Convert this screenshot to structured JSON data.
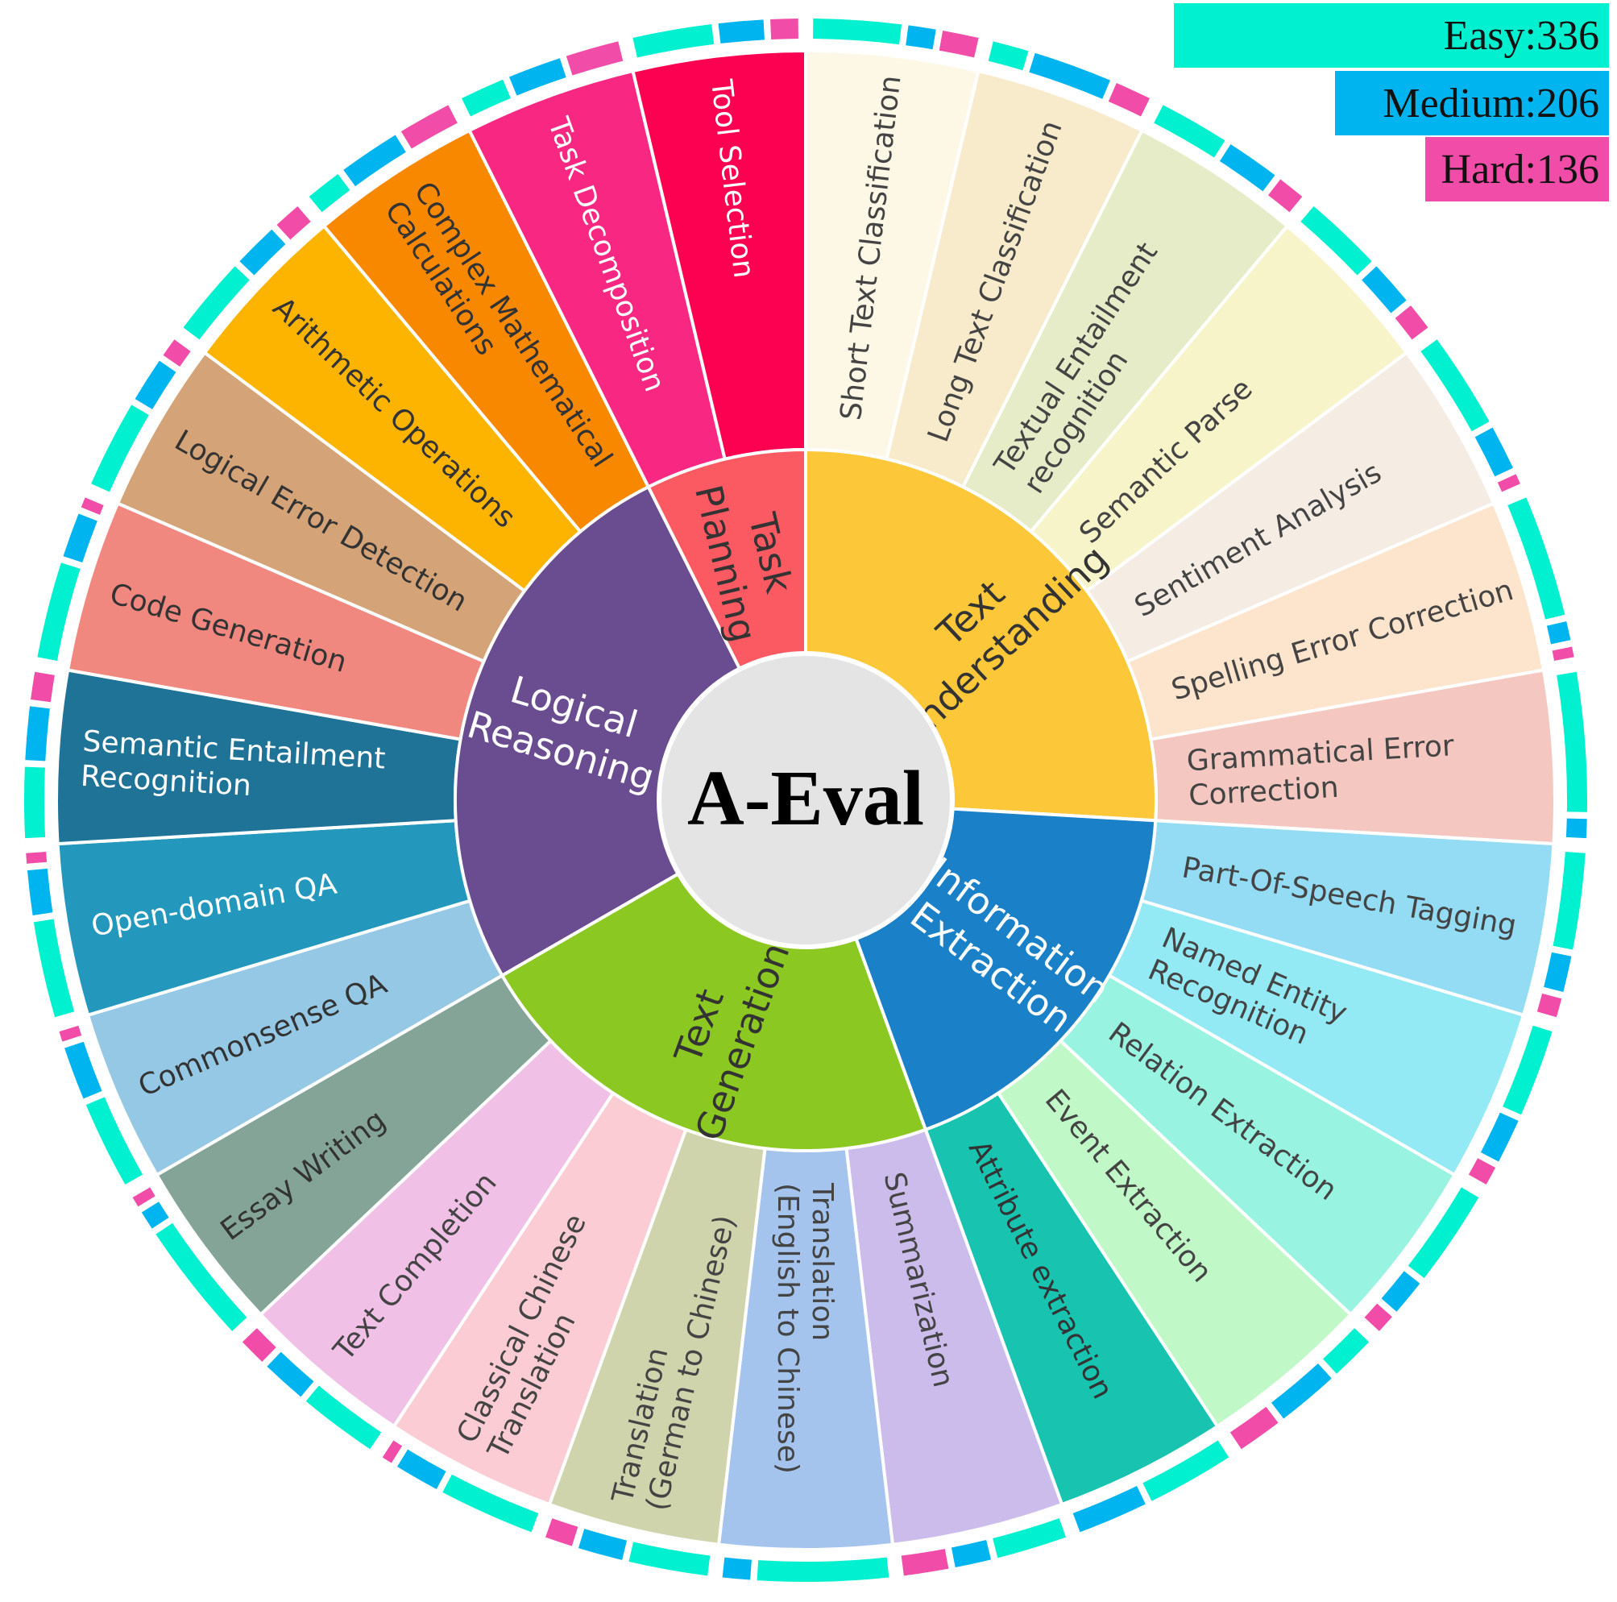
{
  "title": "A-Eval",
  "legend": [
    {
      "label": "Easy",
      "value": "336",
      "color": "#00f0d0"
    },
    {
      "label": "Medium",
      "value": "206",
      "color": "#00b4f0"
    },
    {
      "label": "Hard",
      "value": "136",
      "color": "#f04ca8"
    }
  ],
  "categories": [
    {
      "name": "Text Understanding",
      "lines": [
        "Text",
        "Understanding"
      ],
      "color": "#fcc83a",
      "text_color": "#333333",
      "tasks": [
        {
          "lines": [
            "Short Text Classification"
          ],
          "color": "#fdf8e6",
          "text_color": "#444444",
          "diff": [
            0.55,
            0.2,
            0.25
          ]
        },
        {
          "lines": [
            "Long Text Classification"
          ],
          "color": "#f8ebcc",
          "text_color": "#444444",
          "diff": [
            0.25,
            0.5,
            0.25
          ]
        },
        {
          "lines": [
            "Textual Entailment",
            "recognition"
          ],
          "color": "#e6ecc8",
          "text_color": "#444444",
          "diff": [
            0.45,
            0.35,
            0.2
          ]
        },
        {
          "lines": [
            "Semantic Parse"
          ],
          "color": "#f8f4ca",
          "text_color": "#444444",
          "diff": [
            0.5,
            0.3,
            0.2
          ]
        },
        {
          "lines": [
            "Sentiment Analysis"
          ],
          "color": "#f5ece4",
          "text_color": "#444444",
          "diff": [
            0.6,
            0.3,
            0.1
          ]
        },
        {
          "lines": [
            "Spelling Error Correction"
          ],
          "color": "#fde4cc",
          "text_color": "#444444",
          "diff": [
            0.75,
            0.15,
            0.1
          ]
        },
        {
          "lines": [
            "Grammatical Error",
            "Correction"
          ],
          "color": "#f4c8c0",
          "text_color": "#444444",
          "diff": [
            0.85,
            0.15,
            0.0
          ]
        }
      ]
    },
    {
      "name": "Information Extraction",
      "lines": [
        "Information",
        "Extraction"
      ],
      "color": "#1a80c8",
      "text_color": "#ffffff",
      "tasks": [
        {
          "lines": [
            "Part-Of-Speech Tagging"
          ],
          "color": "#94dcf4",
          "text_color": "#444444",
          "diff": [
            0.6,
            0.25,
            0.15
          ]
        },
        {
          "lines": [
            "Named Entity",
            "Recognition"
          ],
          "color": "#94eaf4",
          "text_color": "#444444",
          "diff": [
            0.55,
            0.3,
            0.15
          ]
        },
        {
          "lines": [
            "Relation Extraction"
          ],
          "color": "#98f4e0",
          "text_color": "#444444",
          "diff": [
            0.6,
            0.25,
            0.15
          ]
        },
        {
          "lines": [
            "Event Extraction"
          ],
          "color": "#c0f8c8",
          "text_color": "#444444",
          "diff": [
            0.3,
            0.4,
            0.3
          ]
        },
        {
          "lines": [
            "Attribute extraction"
          ],
          "color": "#18c4b0",
          "text_color": "#333333",
          "diff": [
            0.55,
            0.45,
            0.0
          ]
        }
      ]
    },
    {
      "name": "Text Generation",
      "lines": [
        "Text",
        "Generation"
      ],
      "color": "#8cc822",
      "text_color": "#333333",
      "tasks": [
        {
          "lines": [
            "Summarization"
          ],
          "color": "#ccbcec",
          "text_color": "#444444",
          "diff": [
            0.45,
            0.25,
            0.3
          ]
        },
        {
          "lines": [
            "Translation",
            "(English to Chinese)"
          ],
          "color": "#a4c4ee",
          "text_color": "#444444",
          "diff": [
            0.8,
            0.2,
            0.0
          ]
        },
        {
          "lines": [
            "Translation",
            "(German to Chinese)"
          ],
          "color": "#d0d4ac",
          "text_color": "#444444",
          "diff": [
            0.5,
            0.3,
            0.2
          ]
        },
        {
          "lines": [
            "Classical Chinese",
            "Translation"
          ],
          "color": "#fcccd4",
          "text_color": "#444444",
          "diff": [
            0.6,
            0.3,
            0.1
          ]
        },
        {
          "lines": [
            "Text Completion"
          ],
          "color": "#f0c0e6",
          "text_color": "#444444",
          "diff": [
            0.5,
            0.3,
            0.2
          ]
        },
        {
          "lines": [
            "Essay Writing"
          ],
          "color": "#84a498",
          "text_color": "#333333",
          "diff": [
            0.75,
            0.15,
            0.1
          ]
        }
      ]
    },
    {
      "name": "Logical Reasoning",
      "lines": [
        "Logical",
        "Reasoning"
      ],
      "color": "#6a4c90",
      "text_color": "#ffffff",
      "tasks": [
        {
          "lines": [
            "Commonsense QA"
          ],
          "color": "#94c8e4",
          "text_color": "#333333",
          "diff": [
            0.55,
            0.35,
            0.1
          ]
        },
        {
          "lines": [
            "Open-domain QA"
          ],
          "color": "#2498bc",
          "text_color": "#ffffff",
          "diff": [
            0.6,
            0.3,
            0.1
          ]
        },
        {
          "lines": [
            "Semantic Entailment",
            "Recognition"
          ],
          "color": "#1f7396",
          "text_color": "#ffffff",
          "diff": [
            0.45,
            0.35,
            0.2
          ]
        },
        {
          "lines": [
            "Code Generation"
          ],
          "color": "#f08880",
          "text_color": "#333333",
          "diff": [
            0.6,
            0.3,
            0.1
          ]
        },
        {
          "lines": [
            "Logical Error Detection"
          ],
          "color": "#d4a478",
          "text_color": "#333333",
          "diff": [
            0.55,
            0.3,
            0.15
          ]
        },
        {
          "lines": [
            "Arithmetic Operations"
          ],
          "color": "#fcb400",
          "text_color": "#333333",
          "diff": [
            0.5,
            0.3,
            0.2
          ]
        },
        {
          "lines": [
            "Complex Mathematical",
            "Calculations"
          ],
          "color": "#f88800",
          "text_color": "#333333",
          "diff": [
            0.25,
            0.4,
            0.35
          ]
        }
      ]
    },
    {
      "name": "Task Planning",
      "lines": [
        "Task",
        "Planning"
      ],
      "color": "#fc5a62",
      "text_color": "#333333",
      "tasks": [
        {
          "lines": [
            "Task Decomposition"
          ],
          "color": "#f82882",
          "text_color": "#ffffff",
          "diff": [
            0.3,
            0.35,
            0.35
          ]
        },
        {
          "lines": [
            "Tool Selection"
          ],
          "color": "#fc0052",
          "text_color": "#ffffff",
          "diff": [
            0.5,
            0.3,
            0.2
          ]
        }
      ]
    }
  ]
}
